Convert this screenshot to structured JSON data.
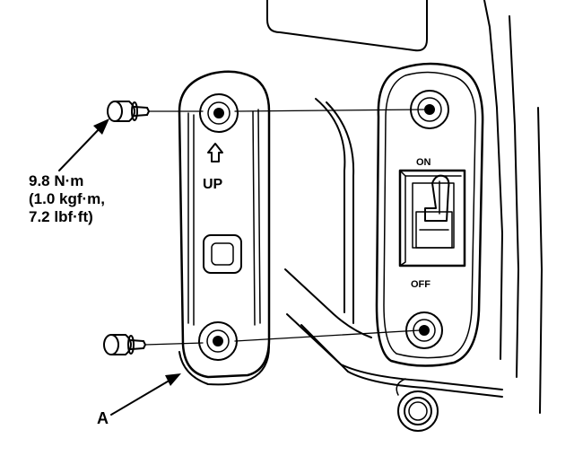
{
  "torque_spec": {
    "line1": "9.8 N·m",
    "line2": "(1.0 kgf·m,",
    "line3": "7.2 lbf·ft)"
  },
  "callouts": {
    "part_a": "A"
  },
  "cover_markings": {
    "arrow_label": "UP"
  },
  "switch_markings": {
    "on_label": "ON",
    "off_label": "OFF"
  }
}
